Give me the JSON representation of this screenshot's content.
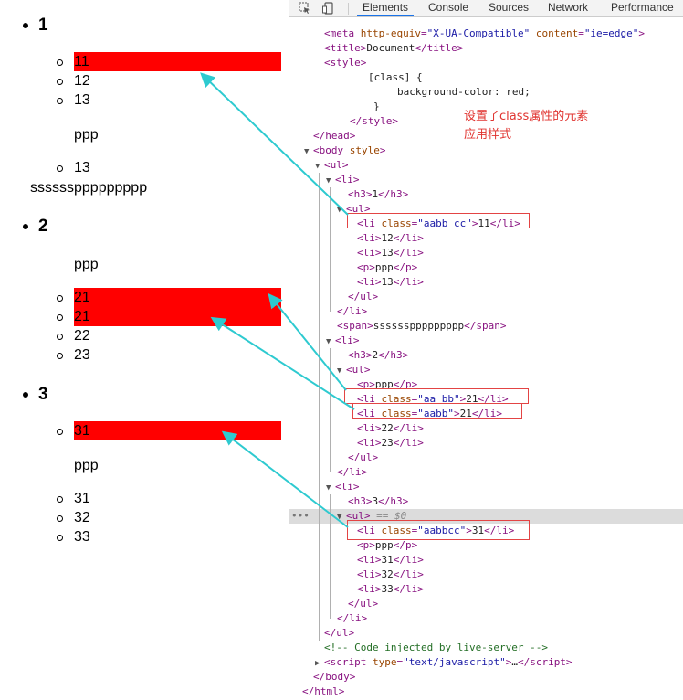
{
  "page": {
    "sections": [
      {
        "heading": "1",
        "items_a": [
          {
            "text": "11",
            "highlighted": true
          },
          {
            "text": "12",
            "highlighted": false
          },
          {
            "text": "13",
            "highlighted": false
          }
        ],
        "para": "ppp",
        "items_b": [
          {
            "text": "13",
            "highlighted": false
          }
        ]
      },
      {
        "heading": "2",
        "para": "ppp",
        "items_b": [
          {
            "text": "21",
            "highlighted": true
          },
          {
            "text": "21",
            "highlighted": true
          },
          {
            "text": "22",
            "highlighted": false
          },
          {
            "text": "23",
            "highlighted": false
          }
        ]
      },
      {
        "heading": "3",
        "items_a": [
          {
            "text": "31",
            "highlighted": true
          }
        ],
        "para": "ppp",
        "items_b": [
          {
            "text": "31",
            "highlighted": false
          },
          {
            "text": "32",
            "highlighted": false
          },
          {
            "text": "33",
            "highlighted": false
          }
        ]
      }
    ],
    "span_text": "ssssssppppppppp",
    "highlight_color": "#ff0000"
  },
  "devtools": {
    "tabs": [
      {
        "label": "Elements",
        "active": true
      },
      {
        "label": "Console",
        "active": false
      },
      {
        "label": "Sources",
        "active": false
      },
      {
        "label": "Network",
        "active": false
      },
      {
        "label": "Performance",
        "active": false
      }
    ],
    "icons": {
      "inspect": "cursor-select-icon",
      "device": "device-toggle-icon"
    },
    "selected_marker": "== $0",
    "more_dots": "•••"
  },
  "annotation": {
    "note_line1": "设置了class属性的元素",
    "note_line2": "应用样式",
    "color": "#e0332f",
    "arrow_color": "#2ecad0"
  }
}
